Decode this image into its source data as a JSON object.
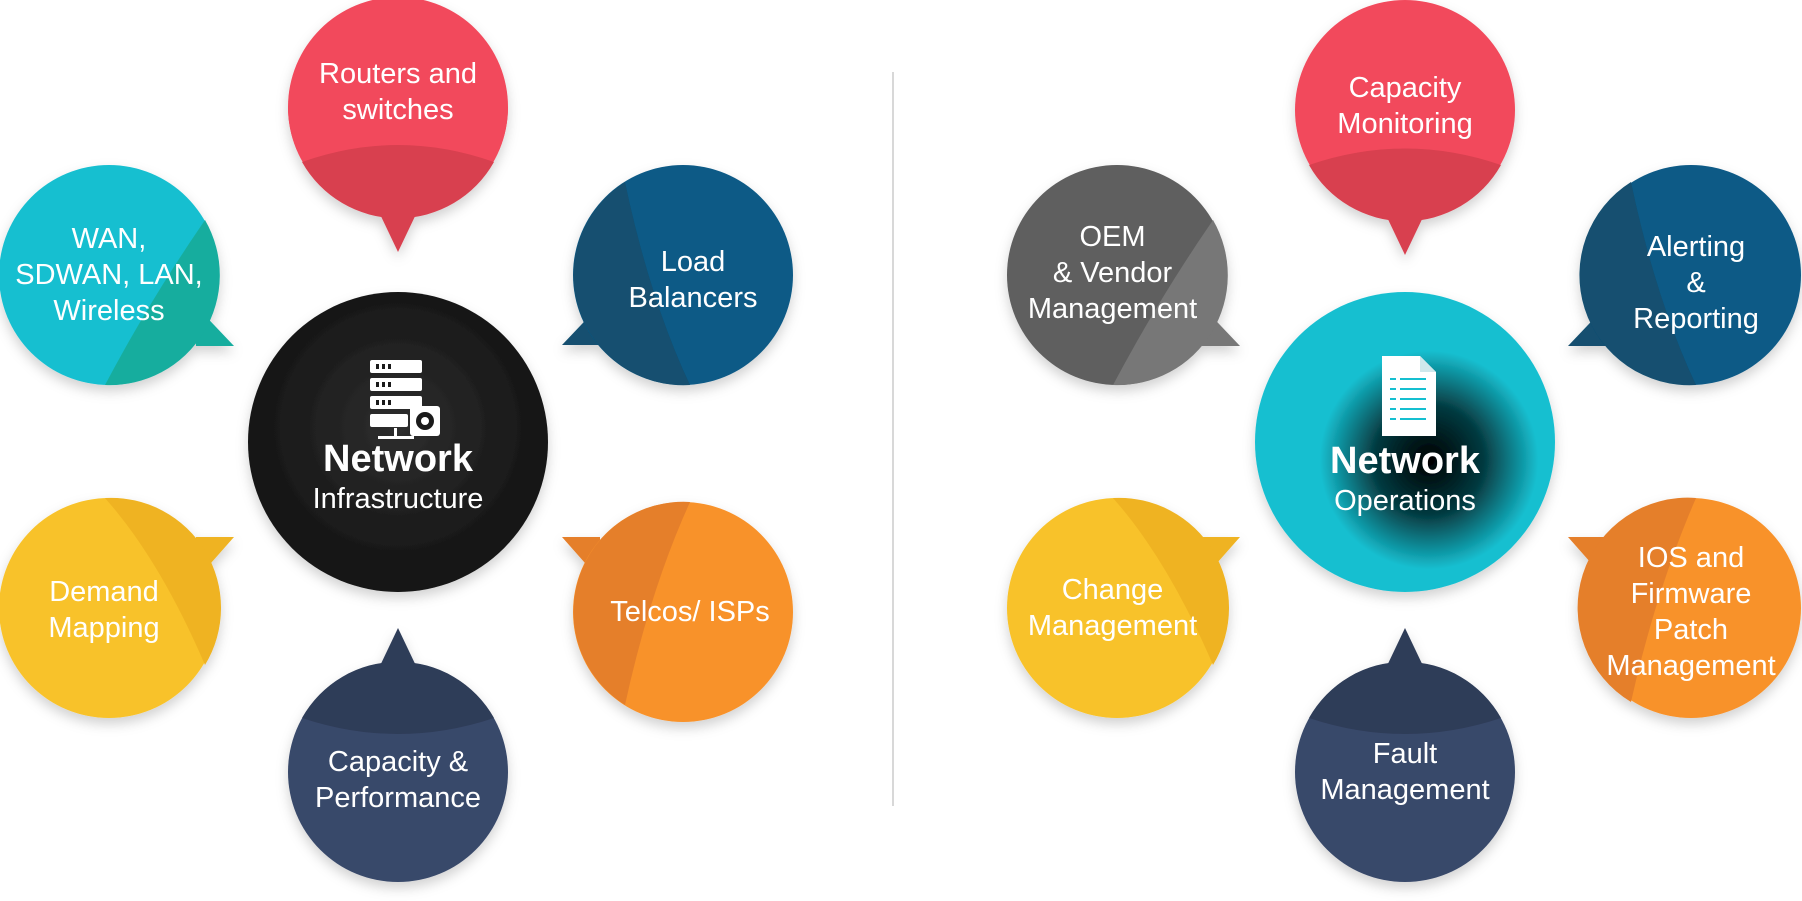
{
  "colors": {
    "red": "#f24a5c",
    "blue": "#0f5a86",
    "orange": "#f8922c",
    "navy": "#39486a",
    "yellow": "#f8c22c",
    "cyan": "#15bfd0",
    "gray": "#6a6a6a",
    "dark": "#1a1a1a",
    "divider": "#d8d8d8"
  },
  "infrastructure": {
    "title": "Network",
    "subtitle": "Infrastructure",
    "icon": "server-network-icon",
    "bubbles": [
      {
        "id": "routers",
        "label": "Routers and\nswitches",
        "color": "red"
      },
      {
        "id": "load-balancers",
        "label": "Load\nBalancers",
        "color": "blue"
      },
      {
        "id": "telcos",
        "label": "Telcos/ ISPs",
        "color": "orange"
      },
      {
        "id": "capacity-performance",
        "label": "Capacity &\nPerformance",
        "color": "navy"
      },
      {
        "id": "demand-mapping",
        "label": "Demand\nMapping",
        "color": "yellow"
      },
      {
        "id": "wan",
        "label": "WAN,\nSDWAN, LAN,\nWireless",
        "color": "cyan"
      }
    ]
  },
  "operations": {
    "title": "Network",
    "subtitle": "Operations",
    "icon": "document-icon",
    "bubbles": [
      {
        "id": "capacity-monitoring",
        "label": "Capacity\nMonitoring",
        "color": "red"
      },
      {
        "id": "alerting",
        "label": "Alerting\n&\nReporting",
        "color": "blue"
      },
      {
        "id": "ios-firmware",
        "label": "IOS and\nFirmware\nPatch\nManagement",
        "color": "orange"
      },
      {
        "id": "fault-management",
        "label": "Fault\nManagement",
        "color": "navy"
      },
      {
        "id": "change-management",
        "label": "Change\nManagement",
        "color": "yellow"
      },
      {
        "id": "oem-vendor",
        "label": "OEM\n& Vendor\nManagement",
        "color": "gray"
      }
    ]
  }
}
